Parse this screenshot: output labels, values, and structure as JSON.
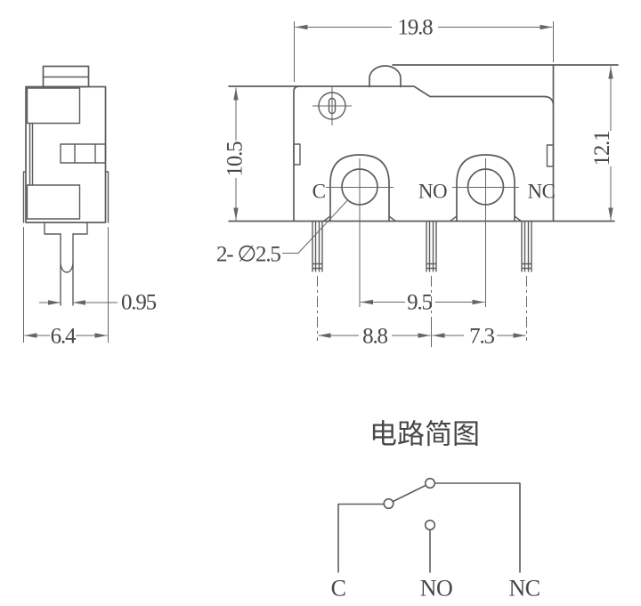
{
  "side_view": {
    "dim_pin_width": "0.95",
    "dim_body_width": "6.4"
  },
  "front_view": {
    "dim_width": "19.8",
    "dim_body_height": "10.5",
    "dim_total_height": "12.1",
    "dim_hole_spacing": "9.5",
    "dim_pin_pitch_left": "8.8",
    "dim_pin_pitch_right": "7.3",
    "hole_callout": "2- ∅2.5",
    "terminal_c": "C",
    "terminal_no": "NO",
    "terminal_nc": "NC"
  },
  "circuit": {
    "title": "电路简图",
    "terminal_c": "C",
    "terminal_no": "NO",
    "terminal_nc": "NC"
  },
  "colors": {
    "line": "#5d5d5d",
    "dimension_line": "#666666",
    "text": "#474747",
    "background": "#ffffff"
  }
}
